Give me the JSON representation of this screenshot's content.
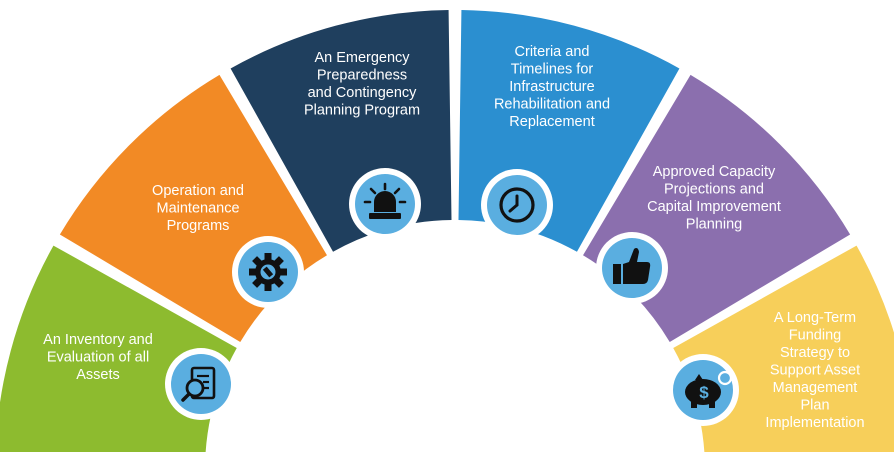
{
  "segments": [
    {
      "lines": [
        "An Inventory and",
        "Evaluation of all",
        "Assets"
      ],
      "color": "#8dbb2f",
      "text_color": "#ffffff",
      "icon": "document-search-icon"
    },
    {
      "lines": [
        "Operation and",
        "Maintenance",
        "Programs"
      ],
      "color": "#f28a25",
      "text_color": "#ffffff",
      "icon": "gear-wrench-icon"
    },
    {
      "lines": [
        "An Emergency",
        "Preparedness",
        "and Contingency",
        "Planning Program"
      ],
      "color": "#1f3f5e",
      "text_color": "#ffffff",
      "icon": "alarm-light-icon"
    },
    {
      "lines": [
        "Criteria and",
        "Timelines for",
        "Infrastructure",
        "Rehabilitation and",
        "Replacement"
      ],
      "color": "#2b8fd0",
      "text_color": "#ffffff",
      "icon": "clock-icon"
    },
    {
      "lines": [
        "Approved Capacity",
        "Projections and",
        "Capital Improvement",
        "Planning"
      ],
      "color": "#8b6fae",
      "text_color": "#ffffff",
      "icon": "thumbs-up-icon"
    },
    {
      "lines": [
        "A Long-Term",
        "Funding",
        "Strategy to",
        "Support Asset",
        "Management",
        "Plan",
        "Implementation"
      ],
      "color": "#f7cf5a",
      "text_color": "#3a3a3a",
      "icon": "piggy-bank-icon"
    }
  ],
  "icon_circle": {
    "fill": "#5aaee0",
    "ring": "#ffffff",
    "glyph": "#111111"
  }
}
